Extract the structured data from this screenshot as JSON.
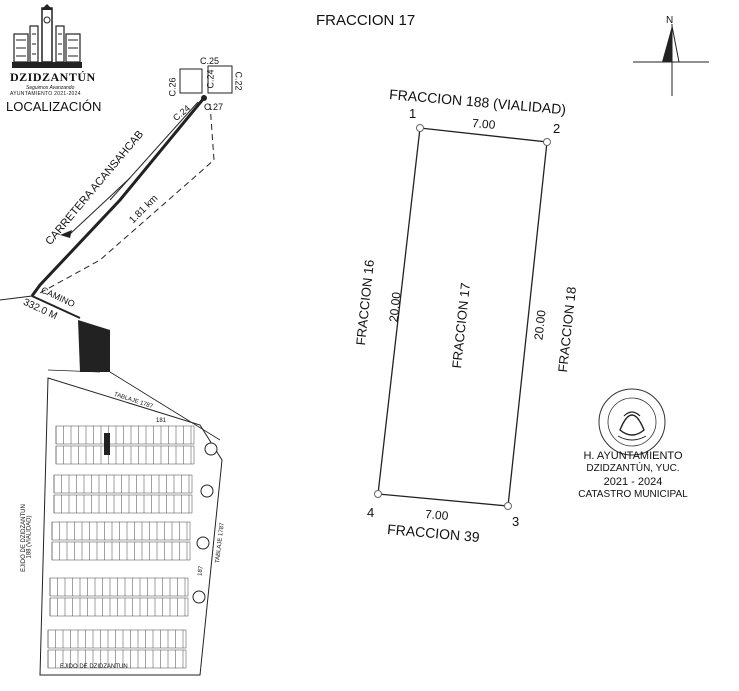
{
  "title": "FRACCION 17",
  "logo": {
    "name": "DZIDZANTÚN",
    "motto": "Seguimos Avanzando",
    "council": "AYUNTAMIENTO 2021-2024"
  },
  "location_label": "LOCALIZACIÓN",
  "north": "N",
  "parcel": {
    "name": "FRACCION 17",
    "vertices": [
      "1",
      "2",
      "3",
      "4"
    ],
    "top_neighbor": "FRACCION 188 (VIALIDAD)",
    "bottom_neighbor": "FRACCION 39",
    "left_neighbor": "FRACCION 16",
    "right_neighbor": "FRACCION 18",
    "top_length": "7.00",
    "bottom_length": "7.00",
    "left_length": "20.00",
    "right_length": "20.00"
  },
  "location_map": {
    "streets": [
      "C.26",
      "C.25",
      "C.24",
      "C.22",
      "C.24",
      "C.27"
    ],
    "road": "CARRETERA ACANSAHCAB",
    "distance_km": "1.81 km",
    "path": "CAMINO",
    "distance_m": "332.0 M",
    "tablaje_top": "TABLAJE 1787",
    "tablaje_right": "TABLAJE 1787",
    "ejido_left": "EJIDO DE DZIDZANTUN",
    "ejido_bottom": "EJIDO DE DZIDZANTUN",
    "vialidad": "188 (VIALIDAD)",
    "lot_181": "181",
    "lot_187": "187"
  },
  "seal": {
    "line1": "H. AYUNTAMIENTO",
    "line2": "DZIDZANTÚN, YUC.",
    "line3": "2021 - 2024",
    "line4": "CATASTRO MUNICIPAL"
  }
}
